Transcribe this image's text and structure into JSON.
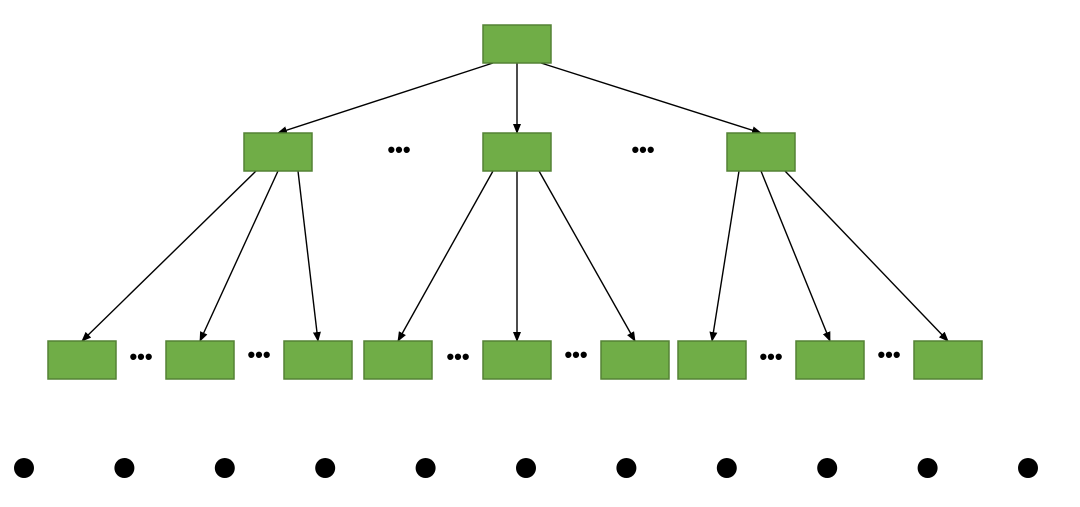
{
  "diagram": {
    "type": "tree",
    "colors": {
      "node_fill": "#70ad47",
      "node_stroke": "#548235",
      "edge": "#000000",
      "dot": "#000000"
    },
    "ellipsis_glyph": "•••",
    "nodes": [
      {
        "id": "root",
        "level": 0
      },
      {
        "id": "l1-a",
        "level": 1
      },
      {
        "id": "l1-b",
        "level": 1
      },
      {
        "id": "l1-c",
        "level": 1
      },
      {
        "id": "l2-a1",
        "level": 2
      },
      {
        "id": "l2-a2",
        "level": 2
      },
      {
        "id": "l2-a3",
        "level": 2
      },
      {
        "id": "l2-b1",
        "level": 2
      },
      {
        "id": "l2-b2",
        "level": 2
      },
      {
        "id": "l2-b3",
        "level": 2
      },
      {
        "id": "l2-c1",
        "level": 2
      },
      {
        "id": "l2-c2",
        "level": 2
      },
      {
        "id": "l2-c3",
        "level": 2
      }
    ],
    "edges": [
      {
        "from": "root",
        "to": "l1-a"
      },
      {
        "from": "root",
        "to": "l1-b"
      },
      {
        "from": "root",
        "to": "l1-c"
      },
      {
        "from": "l1-a",
        "to": "l2-a1"
      },
      {
        "from": "l1-a",
        "to": "l2-a2"
      },
      {
        "from": "l1-a",
        "to": "l2-a3"
      },
      {
        "from": "l1-b",
        "to": "l2-b1"
      },
      {
        "from": "l1-b",
        "to": "l2-b2"
      },
      {
        "from": "l1-b",
        "to": "l2-b3"
      },
      {
        "from": "l1-c",
        "to": "l2-c1"
      },
      {
        "from": "l1-c",
        "to": "l2-c2"
      },
      {
        "from": "l1-c",
        "to": "l2-c3"
      }
    ],
    "bottom_dot_count": 11
  }
}
